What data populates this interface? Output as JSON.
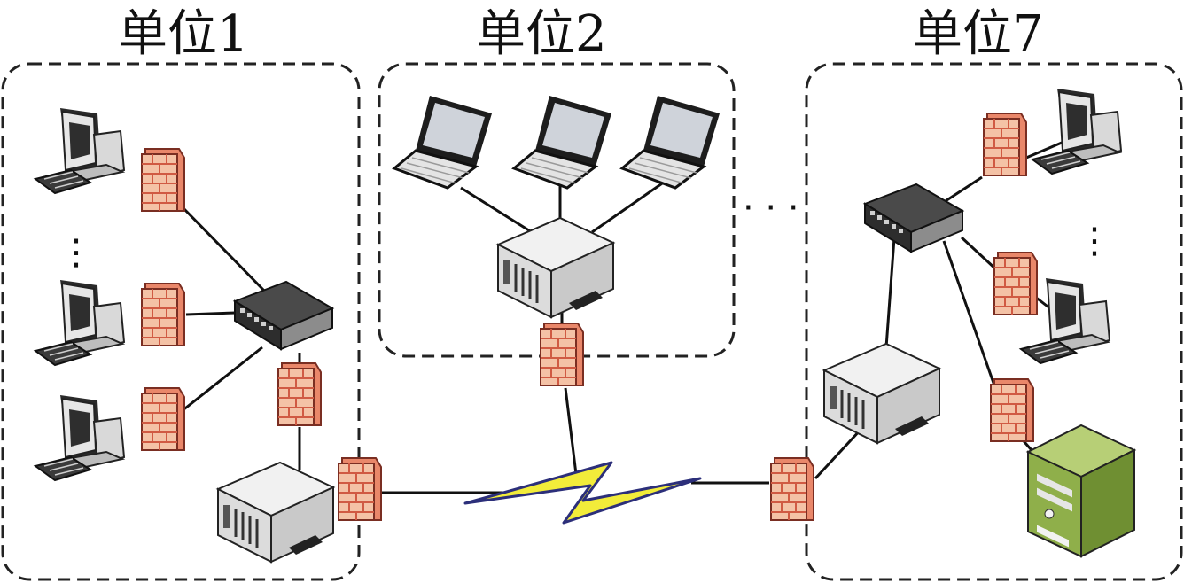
{
  "units": [
    {
      "id": "unit1",
      "title": "单位1"
    },
    {
      "id": "unit2",
      "title": "单位2"
    },
    {
      "id": "unit7",
      "title": "单位7"
    }
  ],
  "ellipsis": "· · ·",
  "vertical_ellipsis": "⋮",
  "colors": {
    "frame": "#222222",
    "link": "#111111",
    "lightning_fill": "#f2ec3a",
    "lightning_stroke": "#2c2f7a",
    "firewall_brick": "#f2b190",
    "firewall_mortar": "#d3735a",
    "server_body": "#e9e9e9",
    "tower_green": "#8faf4a",
    "switch_dark": "#3a3a3a"
  }
}
